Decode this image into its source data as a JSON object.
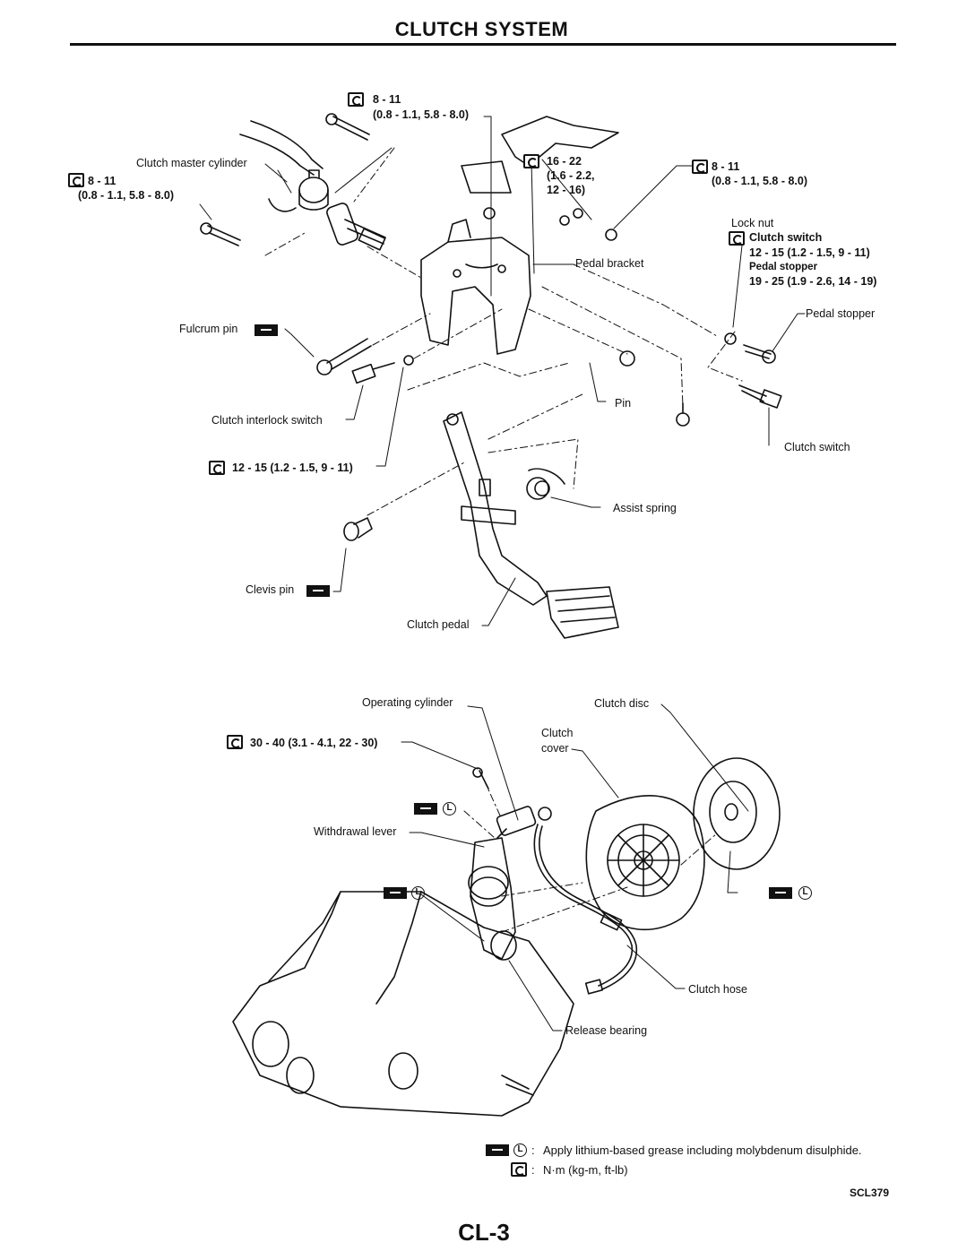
{
  "header": {
    "title": "CLUTCH SYSTEM"
  },
  "labels": {
    "clutch_master_cylinder": "Clutch master cylinder",
    "pedal_bracket": "Pedal bracket",
    "lock_nut": "Lock nut",
    "clutch_switch_torque_title": "Clutch switch",
    "clutch_switch_torque": "12 - 15 (1.2 - 1.5, 9 - 11)",
    "pedal_stopper_torque_title": "Pedal stopper",
    "pedal_stopper_torque": "19 - 25 (1.9 - 2.6, 14 - 19)",
    "pedal_stopper": "Pedal stopper",
    "fulcrum_pin": "Fulcrum pin",
    "pin": "Pin",
    "clutch_switch": "Clutch switch",
    "clutch_interlock_switch": "Clutch interlock switch",
    "assist_spring": "Assist spring",
    "clevis_pin": "Clevis pin",
    "clutch_pedal": "Clutch pedal",
    "operating_cylinder": "Operating cylinder",
    "clutch_disc": "Clutch disc",
    "clutch_cover_1": "Clutch",
    "clutch_cover_2": "cover",
    "withdrawal_lever": "Withdrawal lever",
    "clutch_hose": "Clutch hose",
    "release_bearing": "Release bearing"
  },
  "torques": {
    "top_center_1": "8 - 11",
    "top_center_2": "(0.8 - 1.1, 5.8 - 8.0)",
    "left_1": "8 - 11",
    "left_2": "(0.8 - 1.1, 5.8 - 8.0)",
    "mid_1": "16 - 22",
    "mid_2": "(1.6 - 2.2,",
    "mid_3": "12 - 16)",
    "right_1": "8 - 11",
    "right_2": "(0.8 - 1.1, 5.8 - 8.0)",
    "interlock": "12 - 15 (1.2 - 1.5, 9 - 11)",
    "operating": "30 - 40 (3.1 - 4.1, 22 - 30)"
  },
  "legend": {
    "grease": "Apply lithium-based grease including molybdenum disulphide.",
    "torque": "N·m (kg-m, ft-lb)",
    "sep": ":",
    "circle_letter": "L"
  },
  "footer": {
    "code": "SCL379",
    "page": "CL-3"
  }
}
